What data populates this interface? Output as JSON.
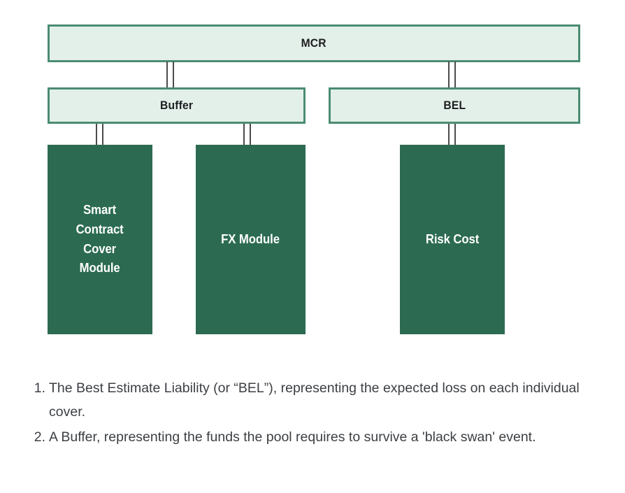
{
  "diagram": {
    "title_node": {
      "label": "MCR"
    },
    "level2": [
      {
        "label": "Buffer"
      },
      {
        "label": "BEL"
      }
    ],
    "level3": [
      {
        "label": "Smart Contract Cover Module",
        "lines": [
          "Smart",
          "Contract",
          "Cover",
          "Module"
        ]
      },
      {
        "label": "FX Module",
        "lines": [
          "FX Module"
        ]
      },
      {
        "label": "Risk Cost",
        "lines": [
          "Risk Cost"
        ]
      }
    ],
    "colors": {
      "light_fill": "#e3f0ea",
      "light_border": "#4a8c72",
      "dark_fill": "#2c6b52",
      "connector": "#4b4b4b",
      "light_label_text": "#1d1d1f",
      "dark_label_text": "#ffffff"
    }
  },
  "notes": {
    "items": [
      "The Best Estimate Liability (or “BEL”), representing the expected loss on each individual cover.",
      "A Buffer, representing the funds the pool requires to survive a 'black swan' event."
    ]
  }
}
